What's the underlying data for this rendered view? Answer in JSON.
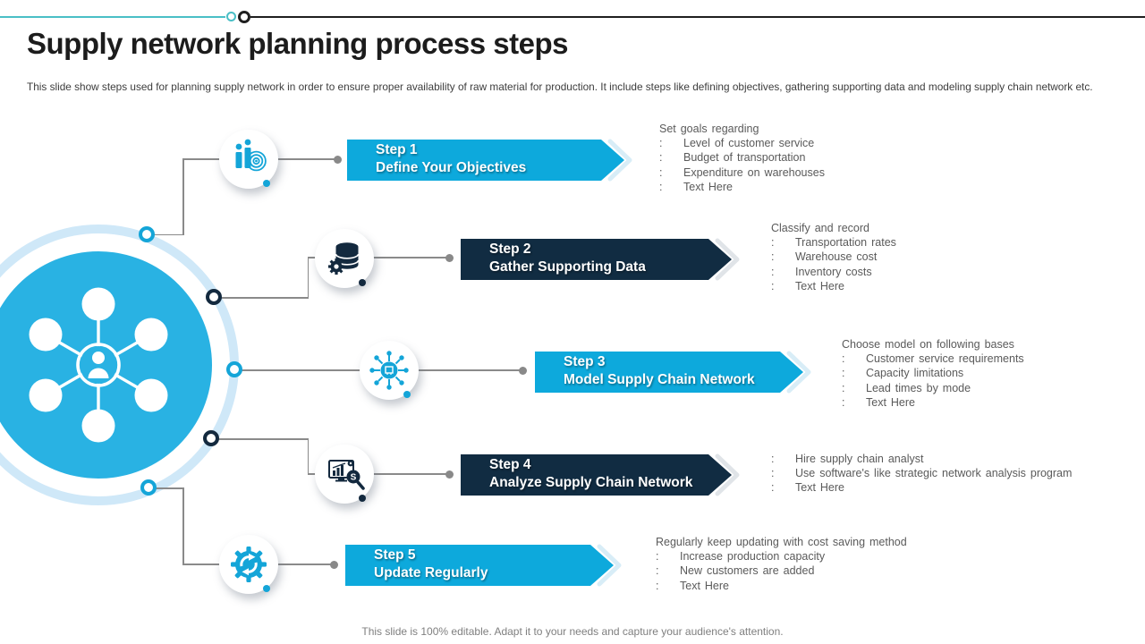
{
  "ui": {
    "bullet_marker": ":"
  },
  "slide": {
    "title": "Supply network planning process steps",
    "subtitle": "This slide show steps used for planning supply network in order to ensure proper availability of raw material for production. It include steps like defining objectives, gathering supporting data and modeling supply chain network etc.",
    "footer": "This slide is 100% editable. Adapt it to your needs and capture your audience's attention."
  },
  "colors": {
    "banner_cyan": "#0DA9DC",
    "banner_navy": "#112C42",
    "big_circle_cyan": "#29B2E3",
    "pale_ring": "#CFE8F8",
    "icon_cyan": "#14A5D8",
    "icon_navy": "#13293E",
    "connector_gray": "#8a8a8a",
    "bullet_text": "#5a5a5a",
    "deco_teal": "#4ABFC6",
    "deco_dark": "#1f1f1f"
  },
  "center_graphic": {
    "icon": "user-network-icon"
  },
  "steps": [
    {
      "step_label": "Step 1",
      "title": "Define Your Objectives",
      "theme": "cyan",
      "icon": "bar-chart-fingerprint-icon",
      "heading": "Set goals regarding",
      "bullets": [
        "Level of customer service",
        "Budget of transportation",
        "Expenditure on warehouses",
        "Text Here"
      ]
    },
    {
      "step_label": "Step 2",
      "title": "Gather Supporting Data",
      "theme": "navy",
      "icon": "database-gear-icon",
      "heading": "Classify and record",
      "bullets": [
        "Transportation rates",
        "Warehouse cost",
        "Inventory costs",
        "Text Here"
      ]
    },
    {
      "step_label": "Step 3",
      "title": "Model Supply Chain Network",
      "theme": "cyan",
      "icon": "network-hub-icon",
      "heading": "Choose model on following bases",
      "bullets": [
        "Customer service requirements",
        "Capacity limitations",
        "Lead times by mode",
        "Text Here"
      ]
    },
    {
      "step_label": "Step 4",
      "title": "Analyze Supply Chain Network",
      "theme": "navy",
      "icon": "monitor-analysis-magnifier-icon",
      "heading": "",
      "bullets": [
        "Hire supply chain analyst",
        "Use software's like strategic network analysis program",
        "Text Here"
      ]
    },
    {
      "step_label": "Step 5",
      "title": "Update Regularly",
      "theme": "cyan",
      "icon": "gear-sync-icon",
      "heading": "Regularly keep updating with cost saving method",
      "bullets": [
        "Increase production capacity",
        "New customers are added",
        "Text Here"
      ]
    }
  ]
}
